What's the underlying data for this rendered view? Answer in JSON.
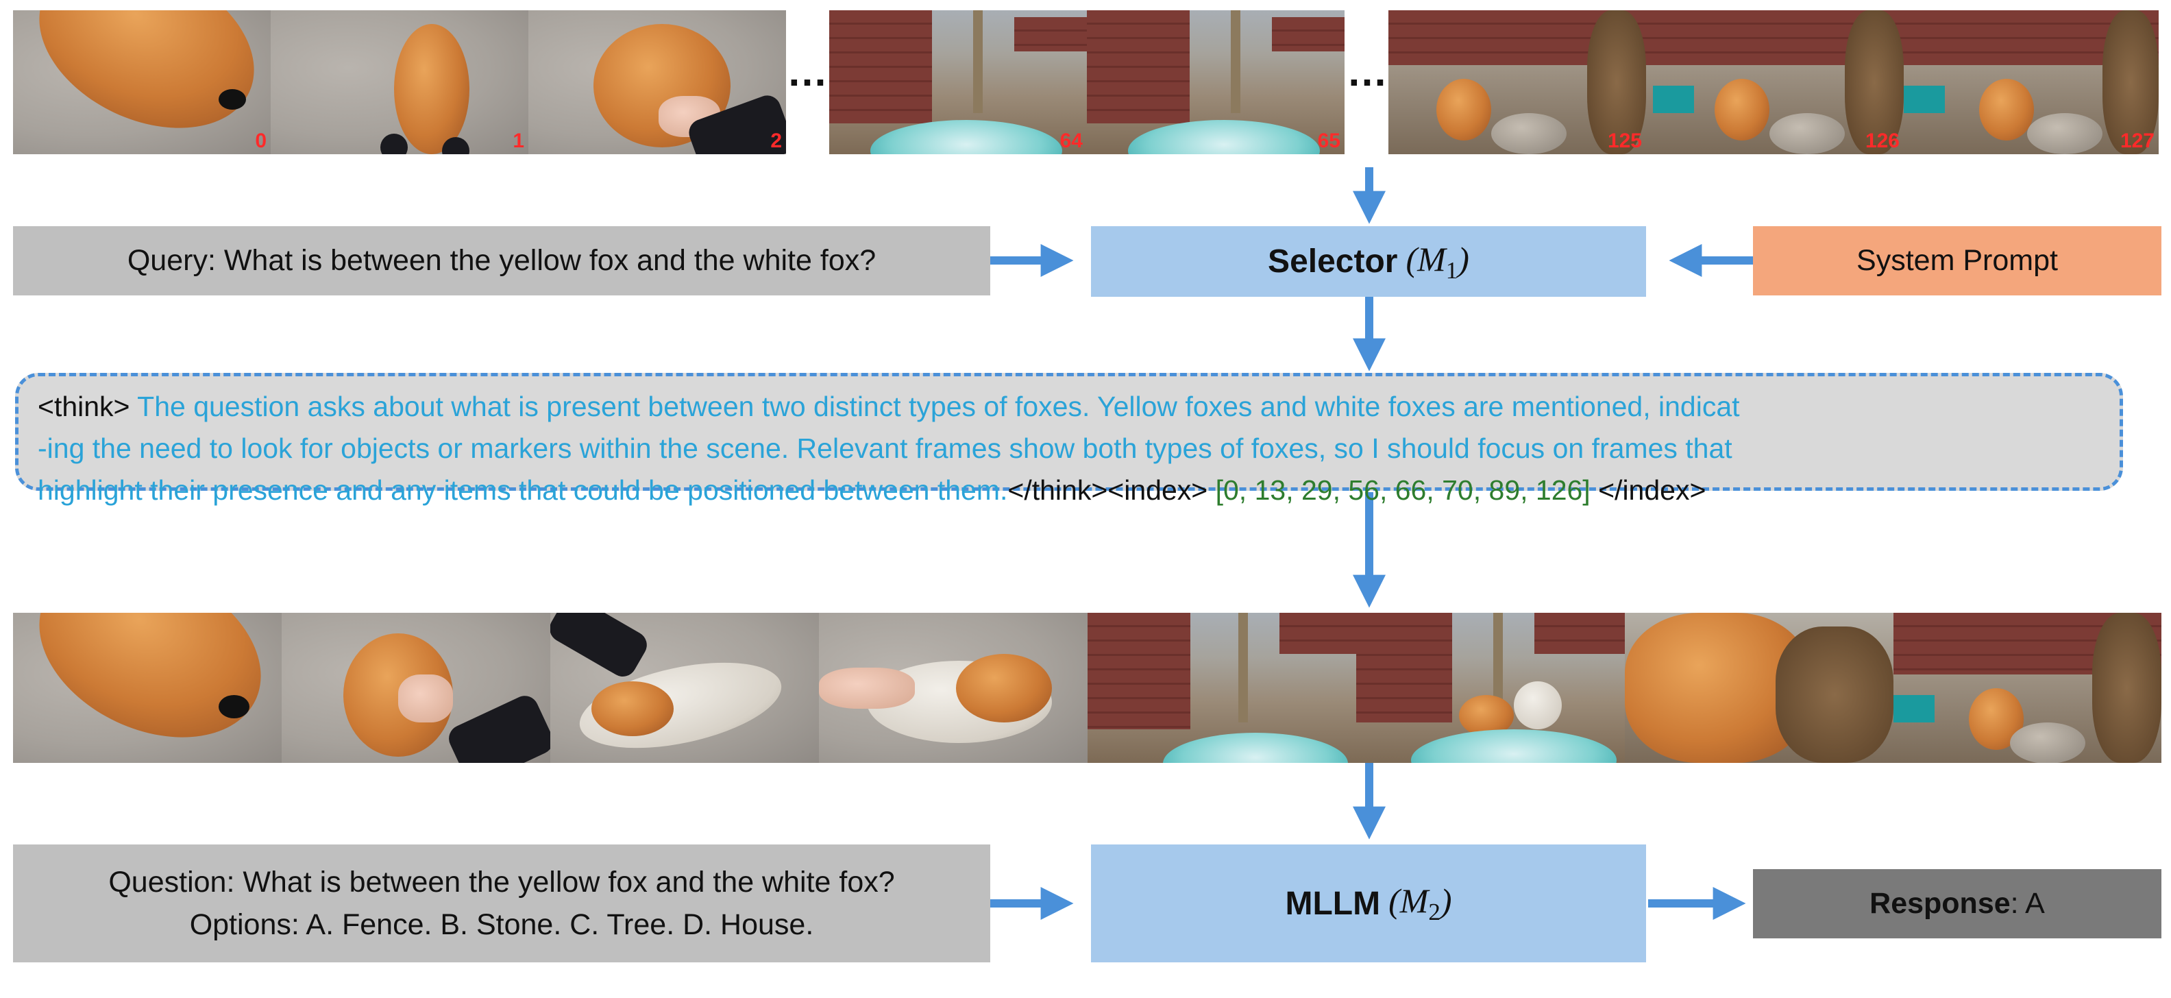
{
  "top_frames": {
    "group1": [
      "0",
      "1",
      "2"
    ],
    "group2": [
      "64",
      "65"
    ],
    "group3": [
      "125",
      "126",
      "127"
    ],
    "ellipsis": "…"
  },
  "query": {
    "text": "Query: What is between the yellow fox and the white fox?"
  },
  "selector": {
    "label": "Selector",
    "math_symbol": "M",
    "math_sub": "1"
  },
  "system_prompt": {
    "text": "System Prompt"
  },
  "think": {
    "open_tag": "<think>",
    "line1": "The question asks about what is present between two distinct types of foxes. Yellow foxes and white foxes are mentioned, indicat",
    "line2": "-ing the need to look for objects or markers within the scene. Relevant frames show both types of foxes, so I should focus on frames that",
    "line3": "highlight their presence and any items that could be positioned between them.",
    "close_tag": "</think><index>",
    "indices": "[0, 13, 29, 56, 66, 70, 89, 126]",
    "end_tag": "</index>"
  },
  "question": {
    "line1": "Question: What is between the yellow fox and the white fox?",
    "line2": "Options: A. Fence. B. Stone. C. Tree. D. House."
  },
  "mllm": {
    "label": "MLLM",
    "math_symbol": "M",
    "math_sub": "2"
  },
  "response": {
    "label": "Response",
    "value": ": A"
  },
  "colors": {
    "arrow": "#4a90d9",
    "selector_box": "#a6c9ec",
    "system_prompt_box": "#f4a67c",
    "gray_box": "#bfbfbf",
    "response_box": "#7a7a7a",
    "reasoning_text": "#2aa3d8",
    "index_text": "#2e7d2e",
    "frame_index": "#ff2a2a"
  }
}
